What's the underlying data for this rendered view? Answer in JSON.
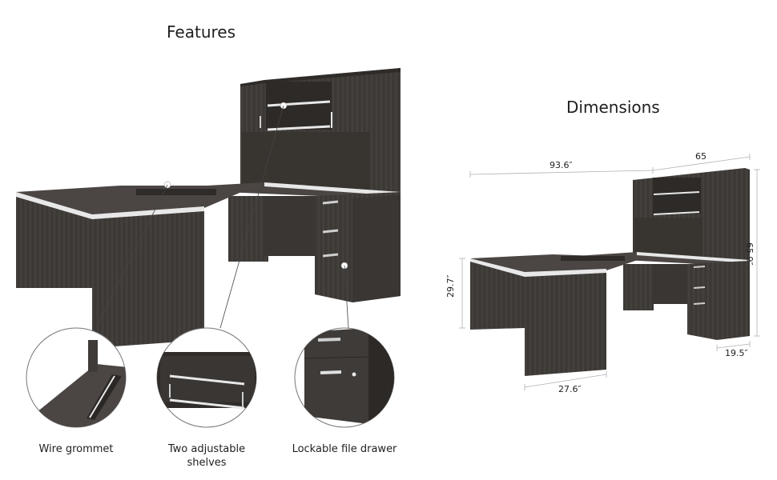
{
  "features": {
    "title": "Features",
    "callouts": [
      {
        "label": "Wire grommet"
      },
      {
        "label": "Two adjustable\nshelves"
      },
      {
        "label": "Lockable file drawer"
      }
    ]
  },
  "dimensions": {
    "title": "Dimensions",
    "measurements": {
      "overall_width": "93.6″",
      "depth_right": "65",
      "height_hutch": "65.9″",
      "height_desk": "29.7″",
      "width_front": "27.6″",
      "depth_pedestal": "19.5″"
    }
  },
  "colors": {
    "wood_dark": "#3f3b38",
    "wood_mid": "#4b4643",
    "wood_side": "#2f2c2a",
    "edge_white": "#e8e8e8",
    "handle": "#cfcfcf"
  }
}
